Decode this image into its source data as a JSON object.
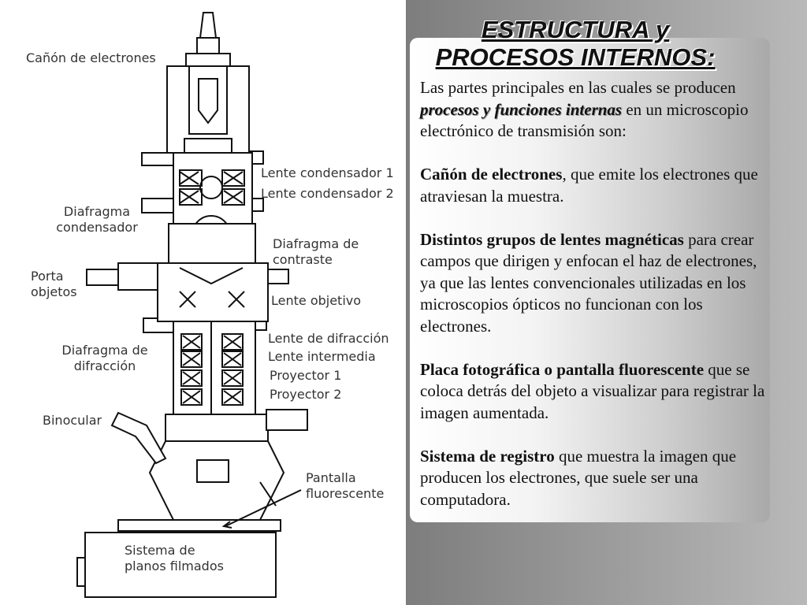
{
  "title": {
    "line1": "ESTRUCTURA y",
    "line2": "PROCESOS INTERNOS:"
  },
  "intro": {
    "before": " Las partes principales en las cuales se producen ",
    "emphasis": "procesos y funciones internas",
    "after": " en un microscopio electrónico de transmisión son:"
  },
  "items": [
    {
      "term": "Cañón de electrones",
      "desc": ", que emite los electrones que atraviesan la muestra."
    },
    {
      "term": "Distintos grupos de lentes magnéticas",
      "desc": " para crear campos que dirigen y enfocan el haz de electrones, ya que las lentes convencionales utilizadas en los microscopios ópticos no funcionan con los electrones."
    },
    {
      "term": "Placa fotográfica o pantalla fluorescente",
      "desc": " que se coloca detrás del objeto a visualizar para registrar la imagen aumentada."
    },
    {
      "term": "Sistema de registro",
      "desc": " que muestra la imagen que producen los electrones, que suele ser una computadora."
    }
  ],
  "diagram": {
    "canon": "Cañón de electrones",
    "lente_cond_1": "Lente condensador 1",
    "lente_cond_2": "Lente condensador 2",
    "diafragma_cond_1": "Diafragma",
    "diafragma_cond_2": "condensador",
    "diafragma_contraste_1": "Diafragma de",
    "diafragma_contraste_2": "contraste",
    "porta_1": "Porta",
    "porta_2": "objetos",
    "lente_objetivo": "Lente objetivo",
    "lente_difraccion": "Lente de difracción",
    "lente_intermedia": "Lente  intermedia",
    "proyector_1": "Proyector 1",
    "proyector_2": "Proyector 2",
    "diafragma_dif_1": "Diafragma de",
    "diafragma_dif_2": "difracción",
    "binocular": "Binocular",
    "pantalla_1": "Pantalla",
    "pantalla_2": "fluorescente",
    "sistema_1": "Sistema de",
    "sistema_2": "planos filmados"
  }
}
